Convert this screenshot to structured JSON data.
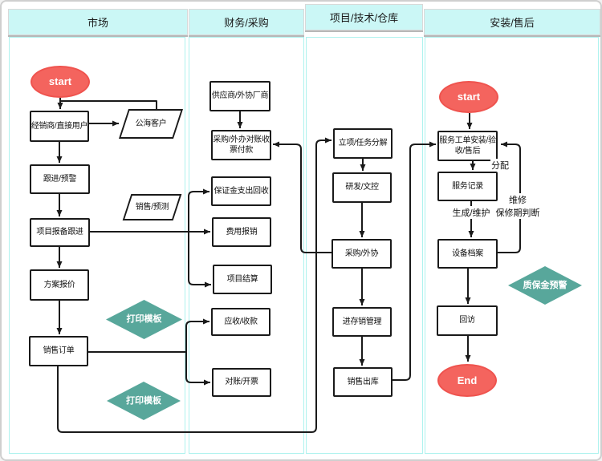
{
  "colors": {
    "lane_header_bg": "#cbf7f6",
    "lane_border": "#aef2ee",
    "node_border": "#1a1a1a",
    "connector": "#1a1a1a",
    "start_end_fill": "#f4645e",
    "diamond_fill": "#58a79b"
  },
  "lanes": [
    {
      "id": "market",
      "title": "市场"
    },
    {
      "id": "finance",
      "title": "财务/采购"
    },
    {
      "id": "project",
      "title": "项目/技术/仓库"
    },
    {
      "id": "service",
      "title": "安装/售后"
    }
  ],
  "nodes": [
    {
      "id": "market-start",
      "lane": "market",
      "shape": "ellipse",
      "label": "start"
    },
    {
      "id": "dealer",
      "lane": "market",
      "shape": "rect",
      "label": "经销商/直接用户"
    },
    {
      "id": "open-sea",
      "lane": "market",
      "shape": "parallelogram",
      "label": "公海客户"
    },
    {
      "id": "follow-warning",
      "lane": "market",
      "shape": "rect",
      "label": "跟进/预警"
    },
    {
      "id": "sales-forecast",
      "lane": "market",
      "shape": "parallelogram",
      "label": "销售/预测"
    },
    {
      "id": "project-filing",
      "lane": "market",
      "shape": "rect",
      "label": "项目报备跟进"
    },
    {
      "id": "solution-quote",
      "lane": "market",
      "shape": "rect",
      "label": "方案报价"
    },
    {
      "id": "print-template-1",
      "lane": "market",
      "shape": "diamond",
      "label": "打印模板"
    },
    {
      "id": "sales-order",
      "lane": "market",
      "shape": "rect",
      "label": "销售订单"
    },
    {
      "id": "print-template-2",
      "lane": "market",
      "shape": "diamond",
      "label": "打印模板"
    },
    {
      "id": "supplier",
      "lane": "finance",
      "shape": "rect",
      "label": "供应商/外协厂商"
    },
    {
      "id": "purchase-payment",
      "lane": "finance",
      "shape": "rect",
      "label": "采购/外办对账收\n票付款"
    },
    {
      "id": "deposit",
      "lane": "finance",
      "shape": "rect",
      "label": "保证金支出回收"
    },
    {
      "id": "expense",
      "lane": "finance",
      "shape": "rect",
      "label": "费用报销"
    },
    {
      "id": "project-settlement",
      "lane": "finance",
      "shape": "rect",
      "label": "项目结算"
    },
    {
      "id": "receivable",
      "lane": "finance",
      "shape": "rect",
      "label": "应收/收款"
    },
    {
      "id": "reconcile-invoice",
      "lane": "finance",
      "shape": "rect",
      "label": "对账/开票"
    },
    {
      "id": "initiation",
      "lane": "project",
      "shape": "rect",
      "label": "立项/任务分解"
    },
    {
      "id": "rd-doc",
      "lane": "project",
      "shape": "rect",
      "label": "研发/文控"
    },
    {
      "id": "purchase-outsource",
      "lane": "project",
      "shape": "rect",
      "label": "采购/外协"
    },
    {
      "id": "inventory-mgmt",
      "lane": "project",
      "shape": "rect",
      "label": "进存销管理"
    },
    {
      "id": "sales-outbound",
      "lane": "project",
      "shape": "rect",
      "label": "销售出库"
    },
    {
      "id": "service-start",
      "lane": "service",
      "shape": "ellipse",
      "label": "start"
    },
    {
      "id": "work-order",
      "lane": "service",
      "shape": "rect",
      "label": "服务工单安装/验\n收/售后"
    },
    {
      "id": "service-record",
      "lane": "service",
      "shape": "rect",
      "label": "服务记录"
    },
    {
      "id": "device-archive",
      "lane": "service",
      "shape": "rect",
      "label": "设备档案"
    },
    {
      "id": "warranty-warning",
      "lane": "service",
      "shape": "diamond",
      "label": "质保金预警"
    },
    {
      "id": "return-visit",
      "lane": "service",
      "shape": "rect",
      "label": "回访"
    },
    {
      "id": "service-end",
      "lane": "service",
      "shape": "ellipse",
      "label": "End"
    }
  ],
  "edge_labels": [
    {
      "id": "assign",
      "text": "分配"
    },
    {
      "id": "generate-maintain",
      "text": "生成/维护"
    },
    {
      "id": "repair",
      "text": "维修"
    },
    {
      "id": "warranty-judge",
      "text": "保修期判断"
    }
  ]
}
